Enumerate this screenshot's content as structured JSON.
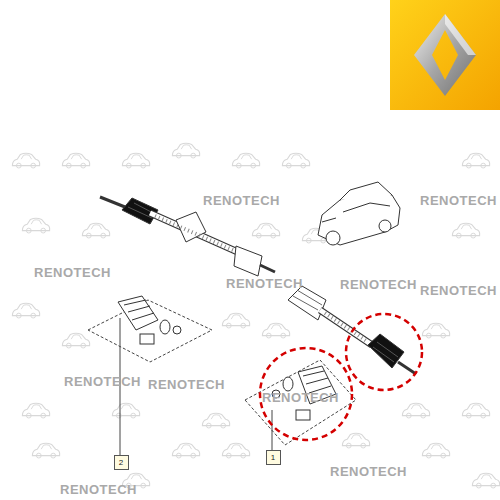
{
  "diagram": {
    "nodes": [
      {
        "text": [
          "2"
        ]
      },
      {
        "text": [
          "1"
        ]
      }
    ],
    "labels": [
      "RENOTECH",
      "RENOTECH",
      "RENOTECH",
      "RENOTECH",
      "RENOTECH",
      "RENOTECH",
      "RENOTECH",
      "RENOTECH",
      "RENOTECH",
      "RENOTECH",
      "RENOTECH"
    ]
  }
}
